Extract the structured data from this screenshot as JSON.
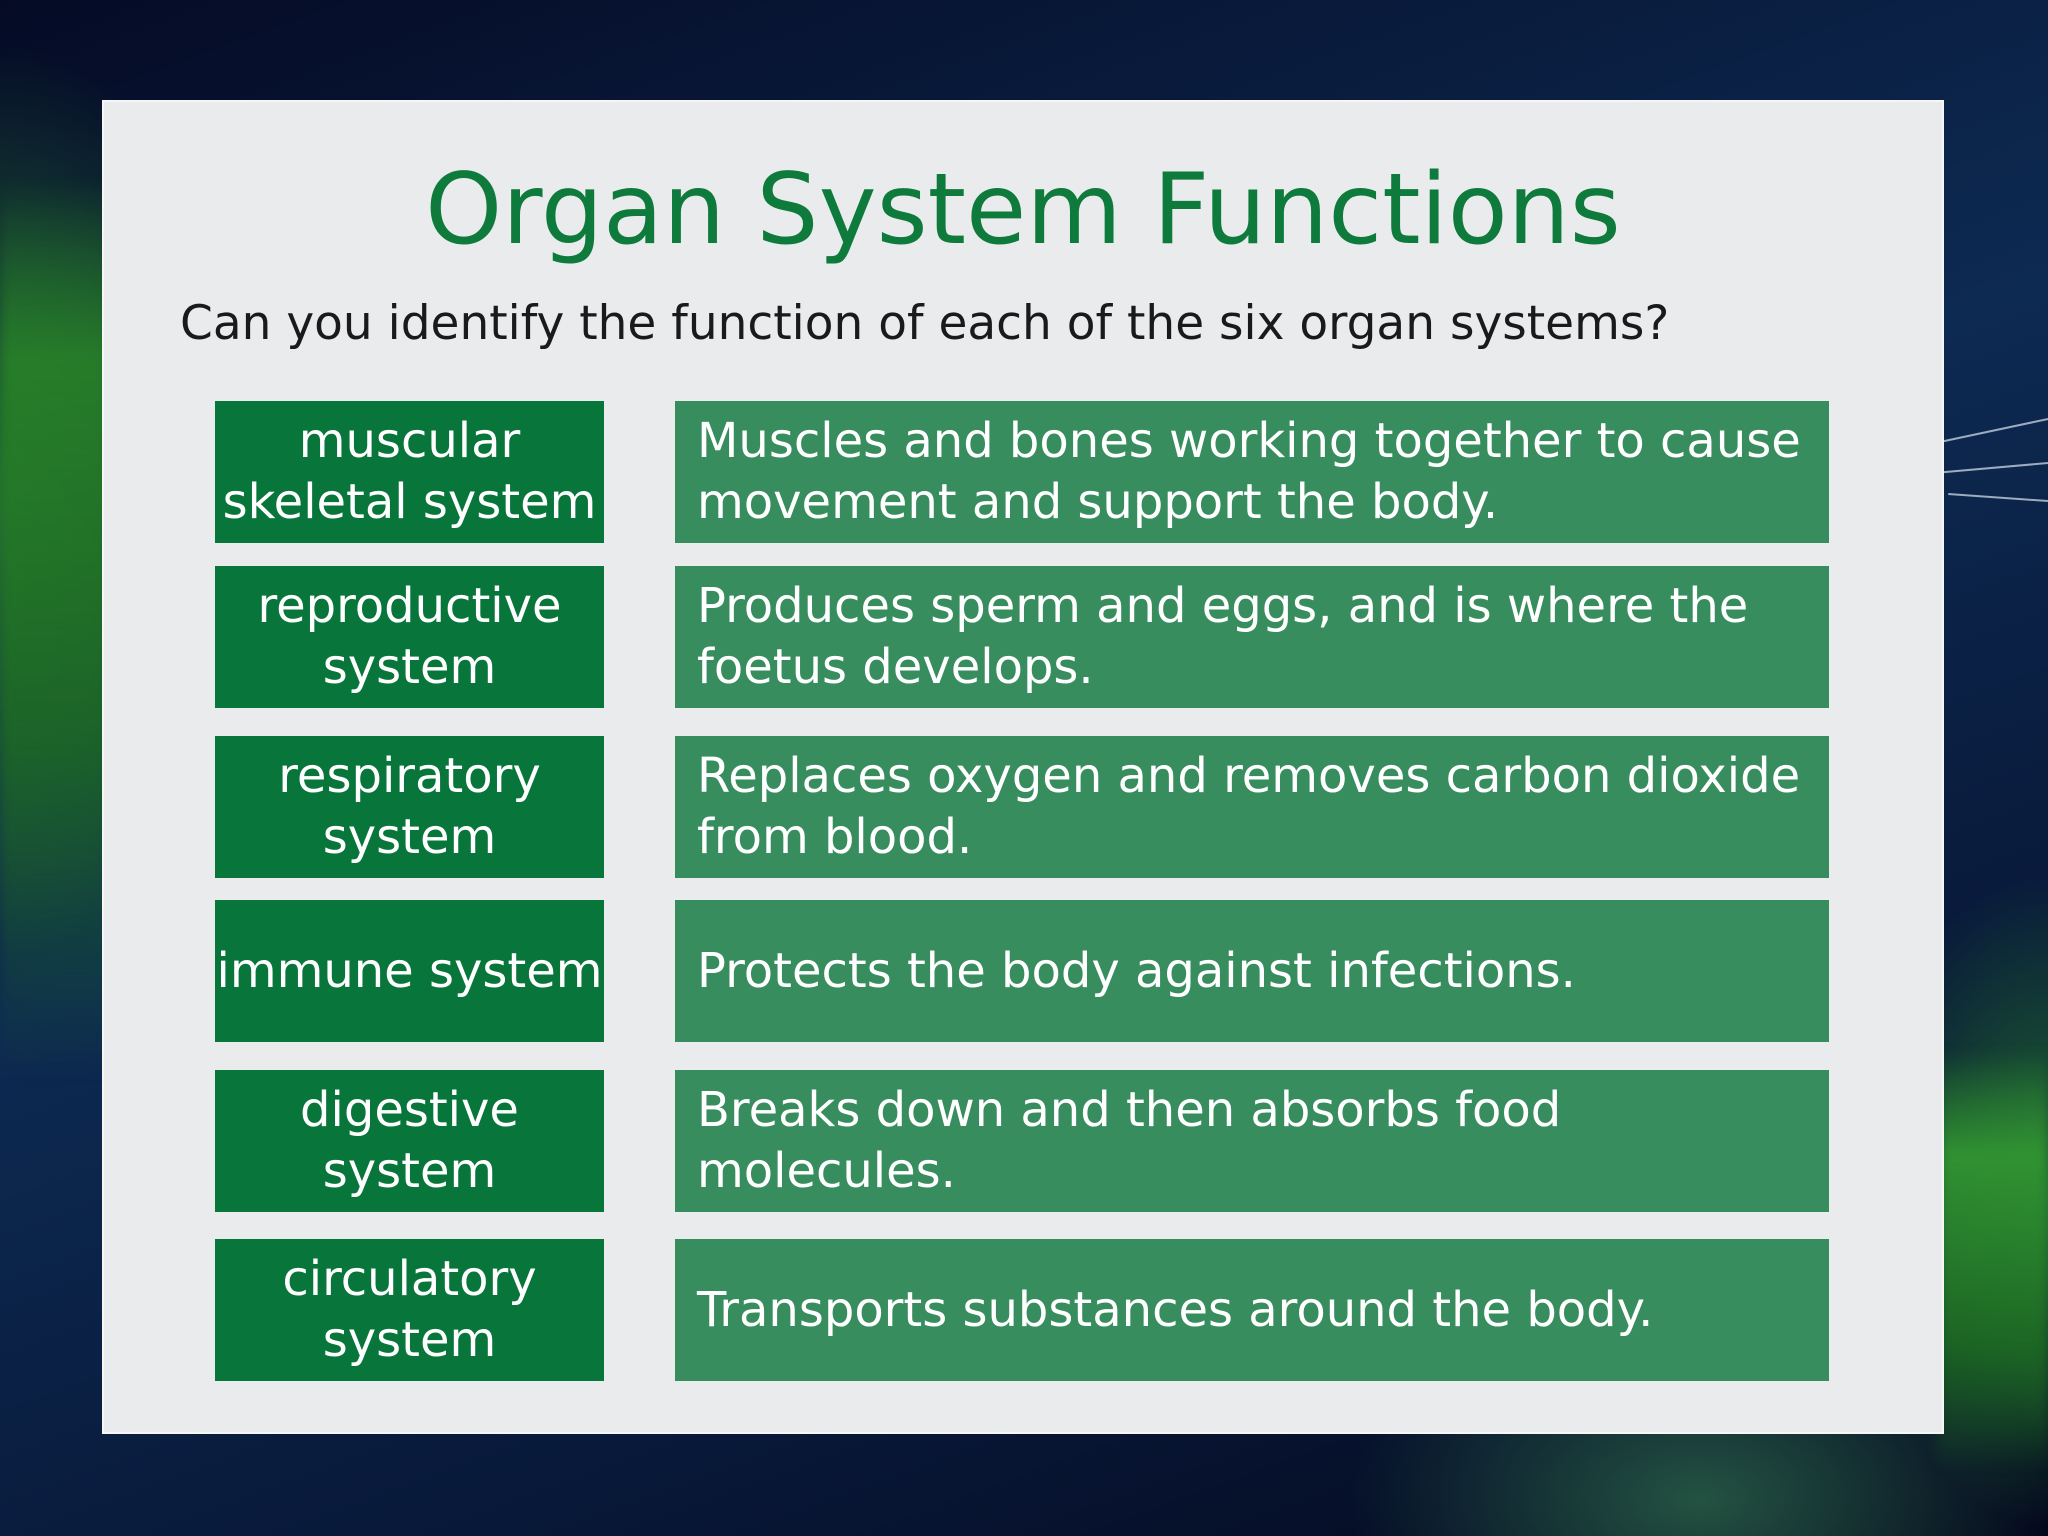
{
  "slide": {
    "title": "Organ System Functions",
    "subtitle": "Can you identify the function of each of the six organ systems?",
    "systems": [
      "muscular skeletal system",
      "reproductive system",
      "respiratory system",
      "immune system",
      "digestive system",
      "circulatory system"
    ],
    "functions": [
      "Muscles and bones working together to cause movement and support the body.",
      "Produces sperm and eggs, and is where the foetus develops.",
      "Replaces oxygen and removes carbon dioxide from blood.",
      "Protects the body against infections.",
      "Breaks down and then absorbs food molecules.",
      "Transports substances around the body."
    ]
  },
  "colors": {
    "title": "#0e7a3c",
    "system_box": "#08763b",
    "function_box": "#378d5e",
    "panel": "#eaebed"
  }
}
